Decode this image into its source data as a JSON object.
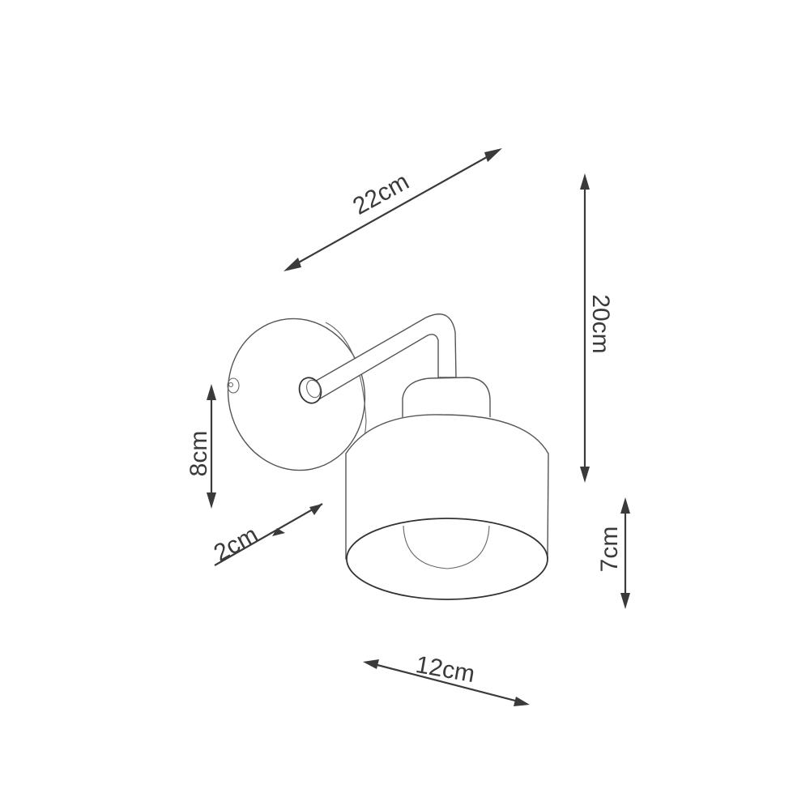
{
  "diagram": {
    "subject": "wall lamp dimension drawing",
    "colors": {
      "line": "#3a3a3a",
      "background": "#ffffff"
    },
    "dimensions": {
      "arm_length": "22cm",
      "total_height": "20cm",
      "plate_height": "8cm",
      "plate_depth": "2cm",
      "shade_height": "7cm",
      "shade_diameter": "12cm"
    },
    "parts": [
      "wall-plate",
      "screw",
      "arm",
      "socket-cap",
      "shade",
      "bulb"
    ]
  }
}
